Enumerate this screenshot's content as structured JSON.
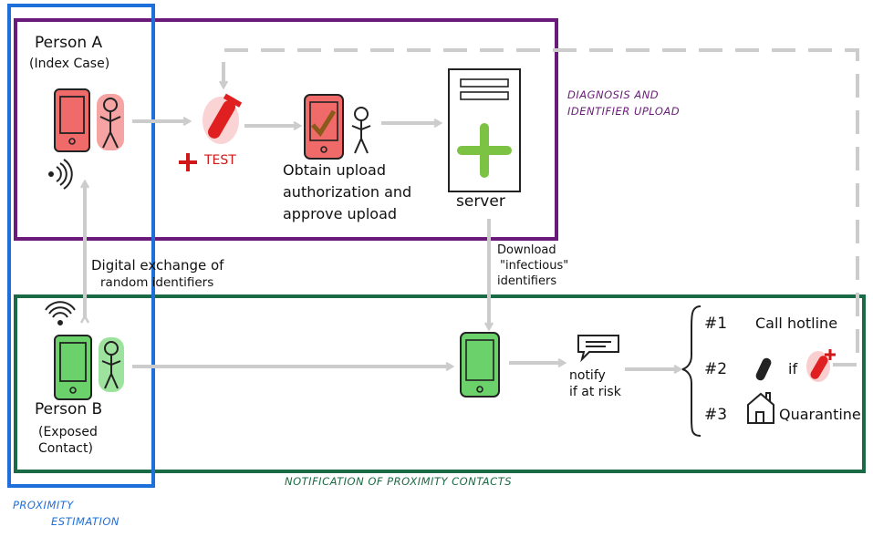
{
  "person_a": {
    "name": "Person A",
    "role": "(Index Case)"
  },
  "person_b": {
    "name": "Person B",
    "role_line1": "(Exposed",
    "role_line2": "Contact)"
  },
  "test_label": "TEST",
  "upload_step": {
    "line1": "Obtain upload",
    "line2": "authorization and",
    "line3": "approve upload"
  },
  "server_label": "server",
  "exchange_label": {
    "line1": "Digital exchange of",
    "line2": "random identifiers"
  },
  "download_label": {
    "line1": "Download",
    "line2": "\"infectious\"",
    "line3": "identifiers"
  },
  "notify_label": {
    "line1": "notify",
    "line2": "if at risk"
  },
  "actions": [
    {
      "num": "#1",
      "text": "Call hotline"
    },
    {
      "num": "#2",
      "text": "if"
    },
    {
      "num": "#3",
      "text": "Quarantine"
    }
  ],
  "regions": {
    "diagnosis": {
      "line1": "DIAGNOSIS AND",
      "line2": "IDENTIFIER UPLOAD",
      "color": "#6a1b7a"
    },
    "notification": {
      "label": "NOTIFICATION OF PROXIMITY CONTACTS",
      "color": "#1a6b45"
    },
    "proximity": {
      "line1": "PROXIMITY",
      "line2": "ESTIMATION",
      "color": "#1e6fd9"
    }
  },
  "colors": {
    "phone_red": "#f06a6a",
    "phone_green": "#6bd26b",
    "plus_green": "#7cc243",
    "arrow_grey": "#cccccc",
    "cross_red": "#d01818"
  }
}
